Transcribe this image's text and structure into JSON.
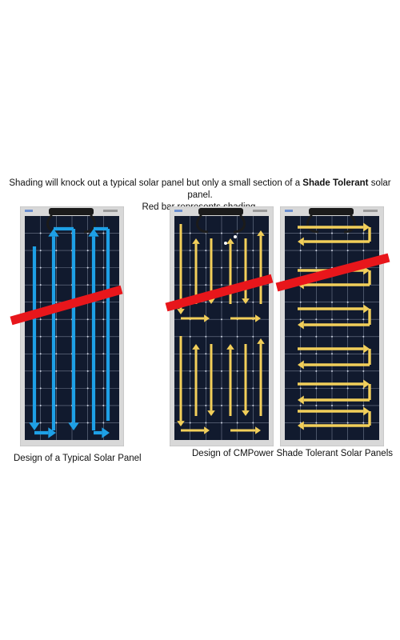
{
  "header": {
    "line1_before": "Shading will knock out a typical solar panel but only a small section of a ",
    "line1_bold": "Shade Tolerant",
    "line1_after": " solar panel.",
    "line2": "Red bar represents shading."
  },
  "captions": {
    "typical": "Design of a Typical Solar Panel",
    "shade_tolerant": "Design of CMPower Shade Tolerant Solar Panels"
  },
  "colors": {
    "panel_frame": "#d8d8d8",
    "cells": "#111a2e",
    "grid": "#8a93a8",
    "typical_arrow": "#1ea0e6",
    "tolerant_arrow": "#f2cf5a",
    "shade_bar": "#e8161b"
  },
  "icons": {
    "junction": "junction-box-icon",
    "arrow": "current-flow-arrow-icon"
  }
}
